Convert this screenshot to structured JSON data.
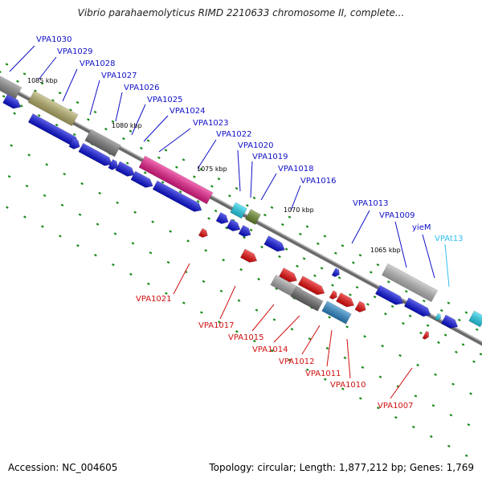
{
  "title": "Vibrio parahaemolyticus RIMD 2210633 chromosome II, complete...",
  "footer": {
    "accession": "Accession: NC_004605",
    "summary": "Topology: circular; Length: 1,877,212 bp; Genes: 1,769"
  },
  "colors": {
    "forward_label": "#1010c8",
    "reverse_label": "#d01010",
    "trna_label": "#30c0f0",
    "backbone": "#8a8a8a",
    "tick": "#1a8a1a",
    "cds_forward": "#0a10e0",
    "cds_reverse": "#ee0a0a",
    "trna": "#22d6f0"
  },
  "scale_labels": [
    "1085 kbp",
    "1080 kbp",
    "1075 kbp",
    "1070 kbp",
    "1065 kbp"
  ],
  "forward_labels": [
    "VPA1030",
    "VPA1029",
    "VPA1028",
    "VPA1027",
    "VPA1026",
    "VPA1025",
    "VPA1024",
    "VPA1023",
    "VPA1022",
    "VPA1020",
    "VPA1019",
    "VPA1018",
    "VPA1016",
    "VPA1013",
    "VPA1009",
    "yieM"
  ],
  "trna_labels": [
    "VPAt13"
  ],
  "reverse_labels": [
    "VPA1021",
    "VPA1017",
    "VPA1015",
    "VPA1014",
    "VPA1012",
    "VPA1011",
    "VPA1010",
    "VPA1007"
  ]
}
